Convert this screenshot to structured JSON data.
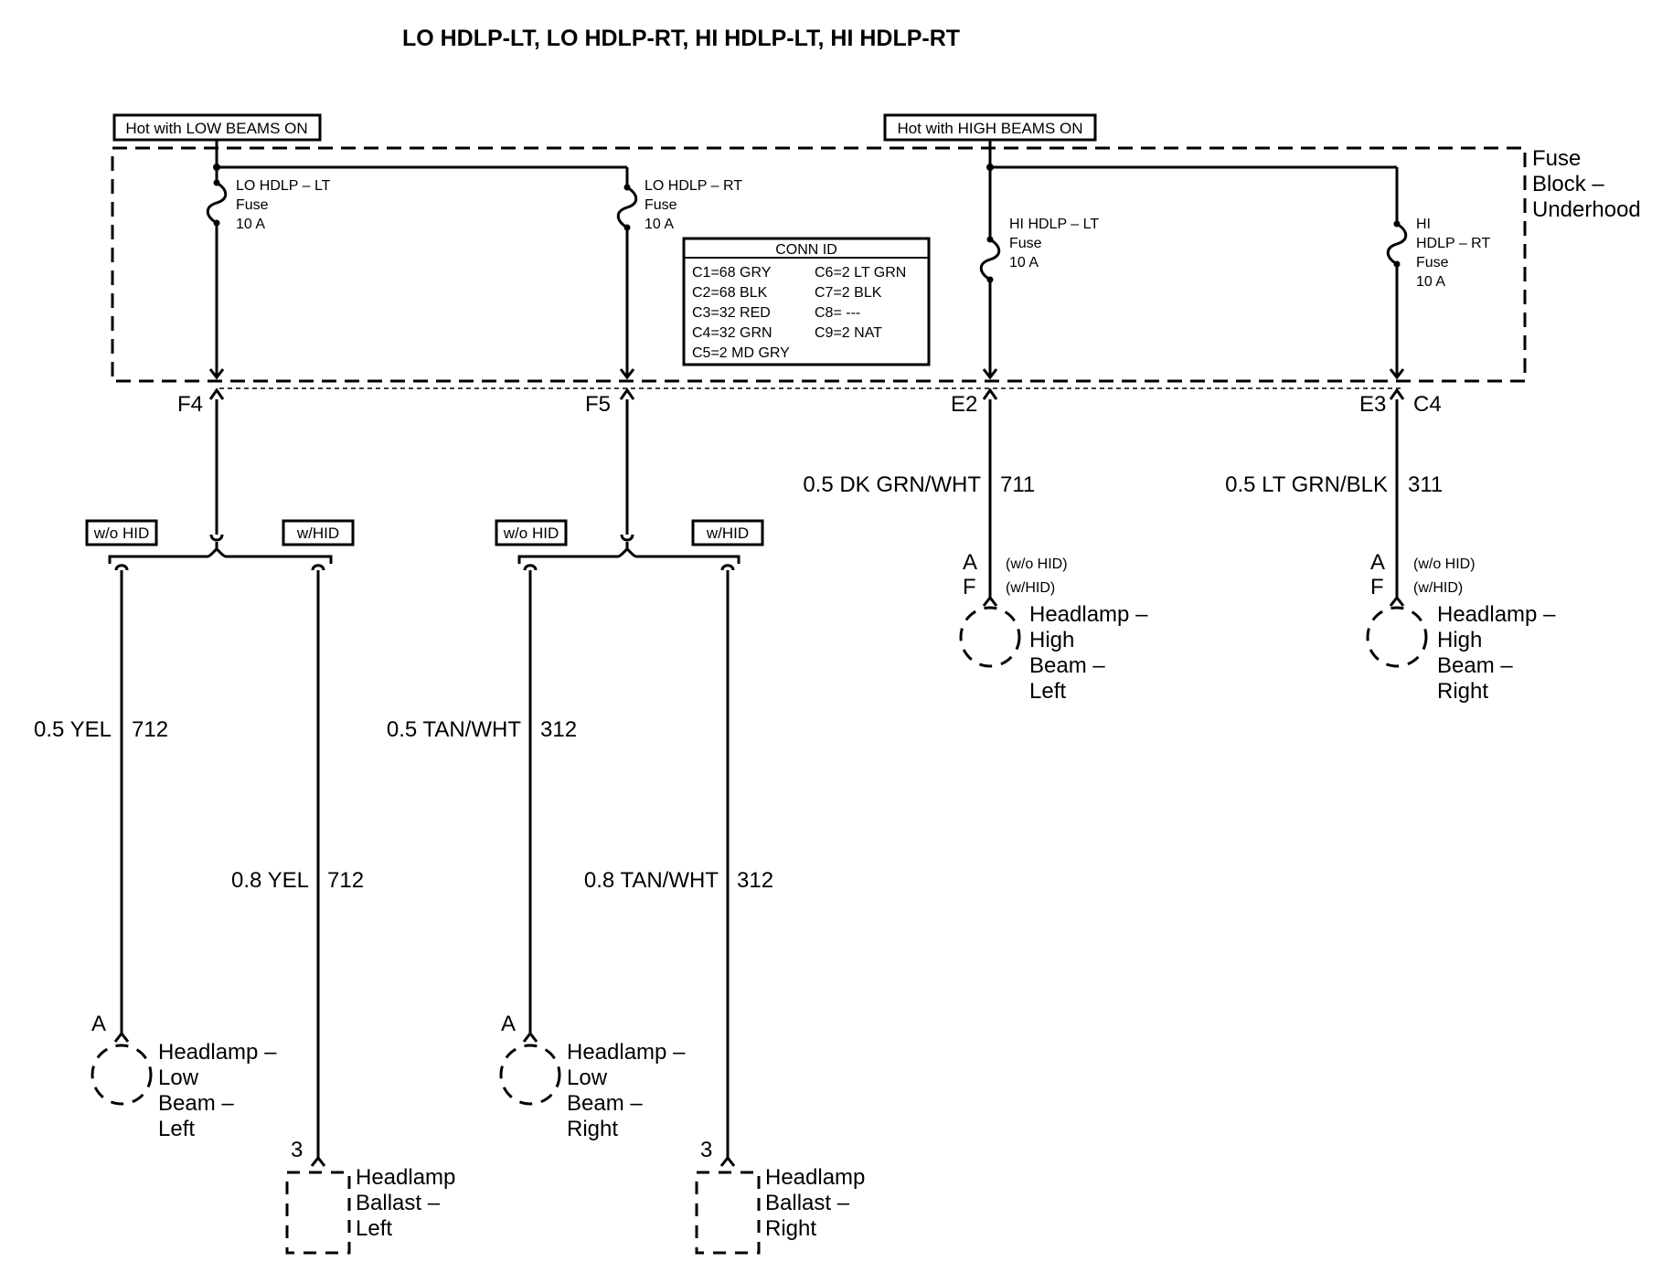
{
  "title": "LO HDLP-LT, LO HDLP-RT, HI HDLP-LT, HI HDLP-RT",
  "power_labels": {
    "low": "Hot with LOW BEAMS ON",
    "high": "Hot with HIGH BEAMS ON"
  },
  "fuse_block": {
    "line1": "Fuse",
    "line2": "Block –",
    "line3": "Underhood"
  },
  "fuses": [
    {
      "line1": "LO HDLP  –  LT",
      "line2": "Fuse",
      "line3": "10 A"
    },
    {
      "line1": "LO HDLP   – RT",
      "line2": "Fuse",
      "line3": "10 A"
    },
    {
      "line1": "HI HDLP – LT",
      "line2": "Fuse",
      "line3": "10 A"
    },
    {
      "line1": "HI",
      "line2": "HDLP – RT",
      "line3": "Fuse",
      "line4": "10 A"
    }
  ],
  "conn_id": {
    "header": "CONN ID",
    "left": [
      "C1=68 GRY",
      "C2=68 BLK",
      "C3=32 RED",
      "C4=32 GRN",
      "C5=2 MD GRY"
    ],
    "right": [
      "C6=2 LT GRN",
      "C7=2 BLK",
      "C8= ---",
      "C9=2 NAT"
    ]
  },
  "terminals": {
    "f4": "F4",
    "f5": "F5",
    "e2": "E2",
    "e3": "E3",
    "c4": "C4"
  },
  "wires": {
    "hi_left_gauge": "0.5 DK GRN/WHT",
    "hi_left_circuit": "711",
    "hi_right_gauge": "0.5 LT GRN/BLK",
    "hi_right_circuit": "311",
    "lo_left_wo_gauge": "0.5 YEL",
    "lo_left_wo_circuit": "712",
    "lo_left_w_gauge": "0.8 YEL",
    "lo_left_w_circuit": "712",
    "lo_right_wo_gauge": "0.5 TAN/WHT",
    "lo_right_wo_circuit": "312",
    "lo_right_w_gauge": "0.8 TAN/WHT",
    "lo_right_w_circuit": "312"
  },
  "options": {
    "wo_hid": "w/o HID",
    "w_hid": "w/HID",
    "wo_hid_paren": "(w/o HID)",
    "w_hid_paren": "(w/HID)"
  },
  "pins": {
    "a": "A",
    "f": "F",
    "three": "3"
  },
  "components": {
    "high_left": [
      "Headlamp –",
      "High",
      "Beam –",
      "Left"
    ],
    "high_right": [
      "Headlamp –",
      "High",
      "Beam –",
      "Right"
    ],
    "low_left": [
      "Headlamp –",
      "Low",
      "Beam –",
      "Left"
    ],
    "low_right": [
      "Headlamp –",
      "Low",
      "Beam –",
      "Right"
    ],
    "ballast_left": [
      "Headlamp",
      "Ballast –",
      "Left"
    ],
    "ballast_right": [
      "Headlamp",
      "Ballast –",
      "Right"
    ]
  }
}
